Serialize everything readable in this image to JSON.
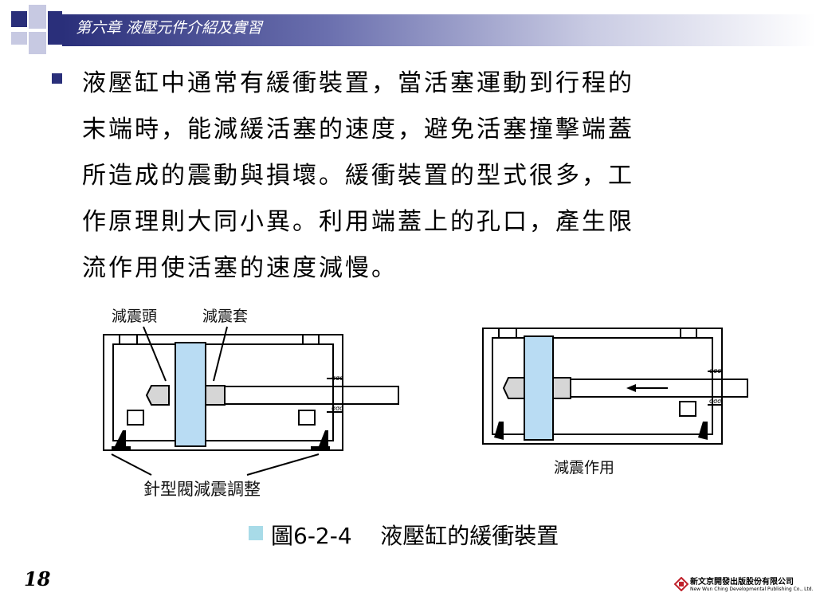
{
  "header": {
    "chapter_title": "第六章  液壓元件介紹及實習"
  },
  "body": {
    "lines": [
      "液壓缸中通常有緩衝裝置，當活塞運動到行程的",
      "末端時，能減緩活塞的速度，避免活塞撞擊端蓋",
      "所造成的震動與損壞。緩衝裝置的型式很多，工",
      "作原理則大同小異。利用端蓋上的孔口，產生限",
      "流作用使活塞的速度減慢。"
    ]
  },
  "figure": {
    "label_head": "減震頭",
    "label_sleeve": "減震套",
    "label_needle": "針型閥減震調整",
    "label_action": "減震作用",
    "caption": "圖6-2-4    液壓缸的緩衝裝置"
  },
  "footer": {
    "page_number": "18",
    "publisher_zh": "新文京開發出版股份有限公司",
    "publisher_en": "New Wun Ching Developmental Publishing Co., Ltd."
  },
  "colors": {
    "header_dark": "#2a2f7a",
    "piston_blue": "#b9dcf3",
    "caption_square": "#a8dbe8"
  }
}
